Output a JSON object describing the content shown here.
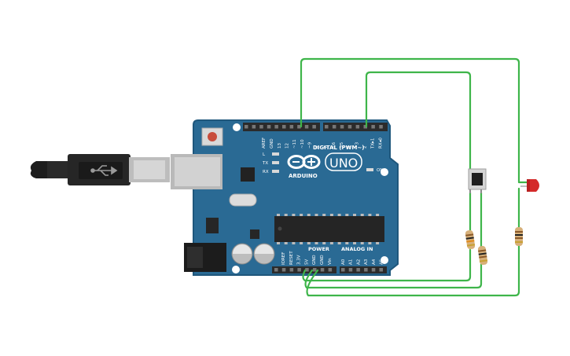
{
  "board": {
    "digital_labels": [
      "AREF",
      "GND",
      "13",
      "12",
      "~11",
      "~10",
      "~9",
      "8",
      "7",
      "~6",
      "~5",
      "4",
      "~3",
      "2",
      "TX▸1",
      "RX◂0"
    ],
    "digital_title": "DIGITAL (PWM~)",
    "brand": "ARDUINO",
    "model": "UNO",
    "led_labels": [
      "L",
      "TX",
      "RX"
    ],
    "on_label": "ON",
    "power_title": "POWER",
    "analog_title": "ANALOG IN",
    "power_labels": [
      "IOREF",
      "RESET",
      "3.3V",
      "5V",
      "GND",
      "GND",
      "Vin"
    ],
    "analog_labels": [
      "A0",
      "A1",
      "A2",
      "A3",
      "A4",
      "A5"
    ]
  },
  "colors": {
    "board": "#2a6a94",
    "board_edge": "#1f577c",
    "wire": "#3eb54a",
    "header": "#2b2b2b",
    "led": "#d42a2a",
    "resistor": "#d7b07a",
    "usb": "#222222",
    "metal": "#c8c8c8"
  }
}
